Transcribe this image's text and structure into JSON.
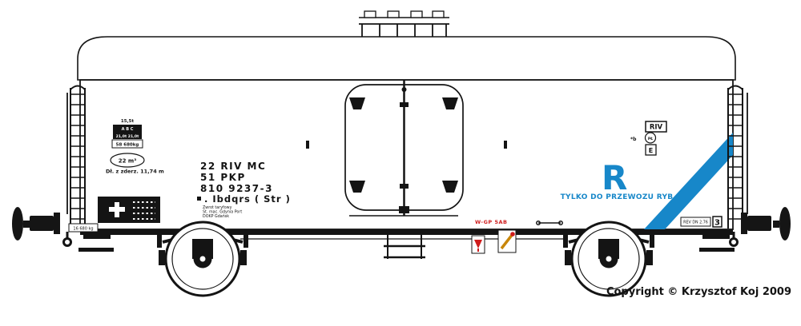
{
  "image": {
    "subject": "side-view technical drawing of a PKP refrigerated (fish transport) wagon",
    "background": "#ffffff"
  },
  "colors": {
    "accent_blue": "#1787c9",
    "warning_red": "#cf1c1c",
    "ink": "#141414",
    "tool_yellow": "#c8860a"
  },
  "branding": {
    "letter": "R",
    "slogan": "TYLKO DO PRZEWOZU RYB"
  },
  "running_numbers": {
    "line1": "22 RIV MC",
    "line2": "51 PKP",
    "line3": "810 9237-3",
    "class_line": ". Ibdqrs ( Str )",
    "note1": "Zwrot taryfowy",
    "note2": "St. mac. Gdynia Port",
    "note3": "DOKP Gdańsk"
  },
  "left_markings": {
    "load_small": "15,5t",
    "table_row1": "A B C",
    "table_row2": "21,0t 21,0t",
    "tare_box": "58 680kg",
    "volume": "22 m³",
    "length": "Dł. z zderz. 11,74 m",
    "weight_label": "16 680 kg"
  },
  "right_markings": {
    "riv": "RIV",
    "circle_mark": "PŁ",
    "electric": "E",
    "small_mark": "*b"
  },
  "bottom_markings": {
    "red_code": "W-GP 5AB",
    "rev_label": "REV DN 2.76",
    "grade": "3"
  },
  "icons": {
    "placard_left": "flare-icon",
    "placard_right": "torch-icon",
    "underframe_sign": "jacking-points-icon"
  },
  "footer": {
    "copyright": "Copyright © Krzysztof Koj 2009"
  }
}
